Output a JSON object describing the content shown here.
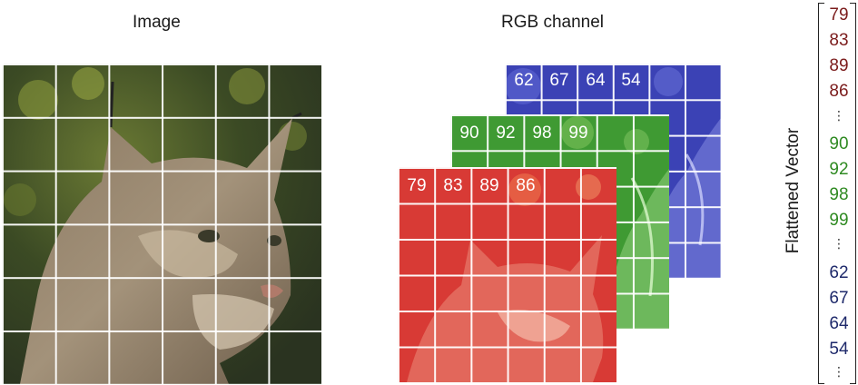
{
  "titles": {
    "image": "Image",
    "rgb": "RGB channel",
    "vector": "Flattened Vector"
  },
  "channels": {
    "red": {
      "values": [
        "79",
        "83",
        "89",
        "86"
      ],
      "color": "#d83a35"
    },
    "green": {
      "values": [
        "90",
        "92",
        "98",
        "99"
      ],
      "color": "#3f9a33"
    },
    "blue": {
      "values": [
        "62",
        "67",
        "64",
        "54"
      ],
      "color": "#3b42b5"
    }
  },
  "vector": {
    "items": [
      {
        "text": "79",
        "color": "#7b1c1c"
      },
      {
        "text": "83",
        "color": "#7b1c1c"
      },
      {
        "text": "89",
        "color": "#7b1c1c"
      },
      {
        "text": "86",
        "color": "#7b1c1c"
      },
      {
        "text": "90",
        "color": "#2f8a22"
      },
      {
        "text": "92",
        "color": "#2f8a22"
      },
      {
        "text": "98",
        "color": "#2f8a22"
      },
      {
        "text": "99",
        "color": "#2f8a22"
      },
      {
        "text": "62",
        "color": "#1f2a6b"
      },
      {
        "text": "67",
        "color": "#1f2a6b"
      },
      {
        "text": "64",
        "color": "#1f2a6b"
      },
      {
        "text": "54",
        "color": "#1f2a6b"
      }
    ],
    "ellipsis": "⋮"
  }
}
